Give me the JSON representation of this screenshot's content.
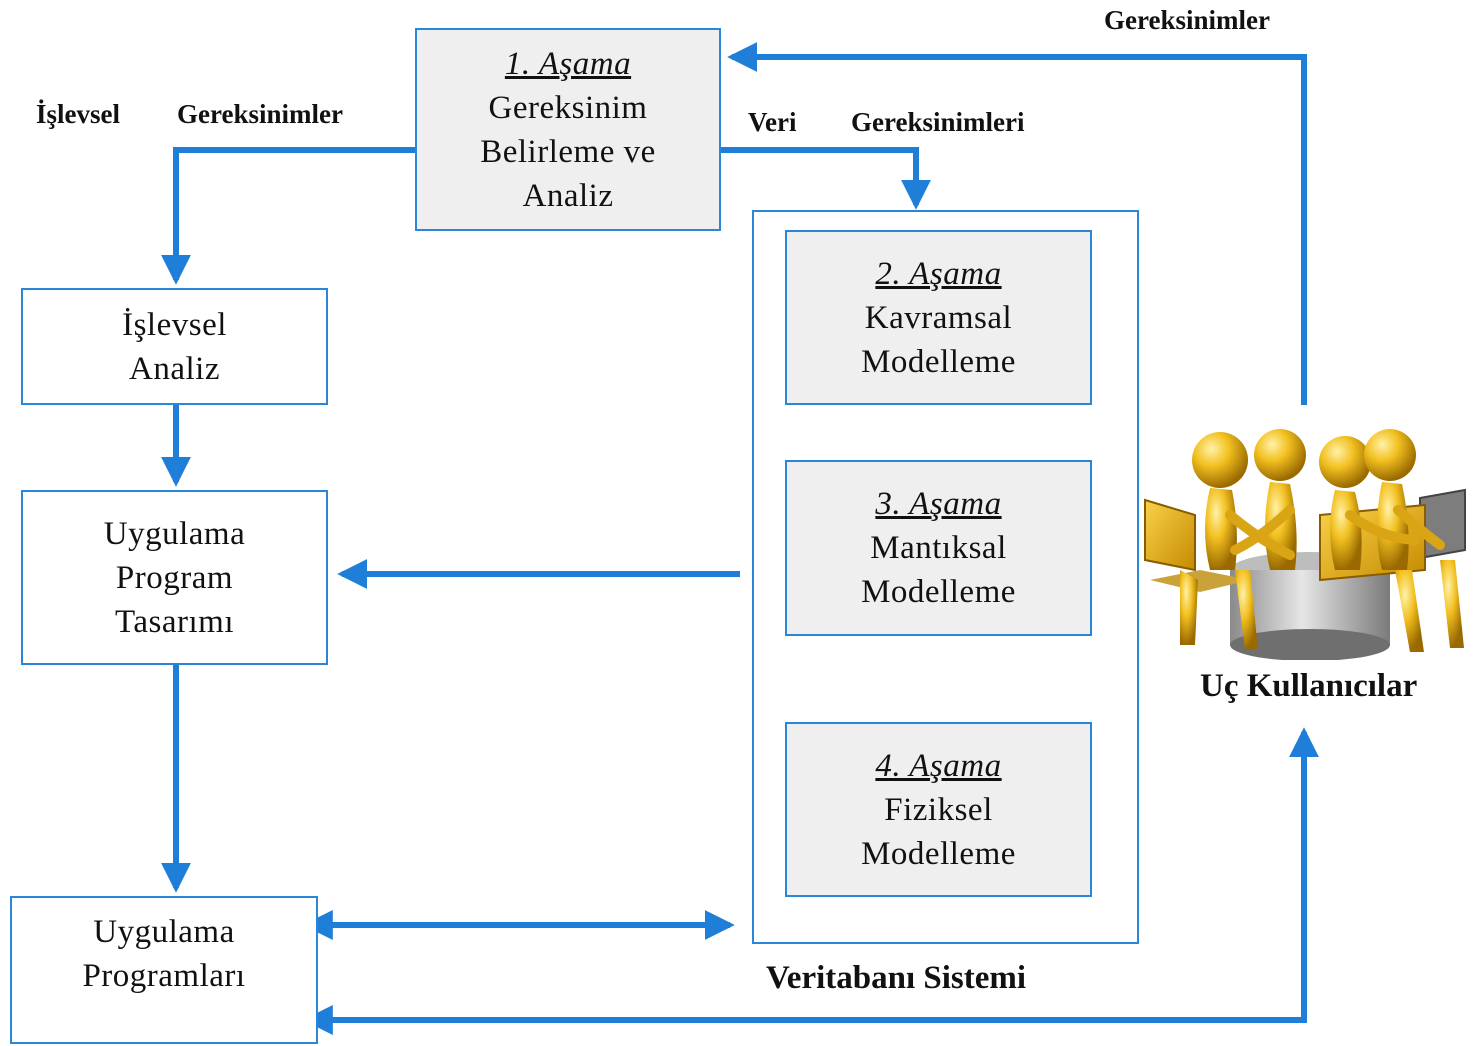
{
  "stage1": {
    "stage": "1. Aşama",
    "line1": "Gereksinim",
    "line2": "Belirleme ve",
    "line3": "Analiz"
  },
  "stage2": {
    "stage": "2. Aşama",
    "line1": "Kavramsal",
    "line2": "Modelleme"
  },
  "stage3": {
    "stage": "3. Aşama",
    "line1": "Mantıksal",
    "line2": "Modelleme"
  },
  "stage4": {
    "stage": "4. Aşama",
    "line1": "Fiziksel",
    "line2": "Modelleme"
  },
  "functional_analysis": {
    "line1": "İşlevsel",
    "line2": "Analiz"
  },
  "program_design": {
    "line1": "Uygulama",
    "line2": "Program",
    "line3": "Tasarımı"
  },
  "programs": {
    "line1": "Uygulama",
    "line2": "Programları"
  },
  "labels": {
    "functional_req_a": "İşlevsel",
    "functional_req_b": "Gereksinimler",
    "data_req_a": "Veri",
    "data_req_b": "Gereksinimleri",
    "requirements": "Gereksinimler",
    "database_system": "Veritabanı Sistemi",
    "end_users": "Uç Kullanıcılar"
  },
  "colors": {
    "arrow": "#1f7fd8",
    "box_border": "#2a86d6",
    "gold": "#e0a800"
  },
  "icons": {
    "end_users_figure": "people-at-computers-icon"
  }
}
